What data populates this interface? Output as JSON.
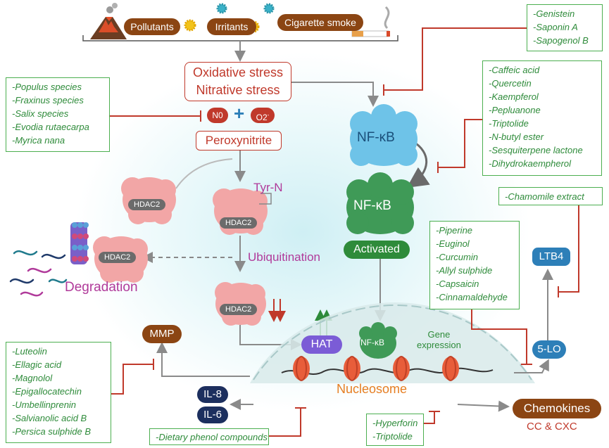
{
  "sources": {
    "pollutants": "Pollutants",
    "irritants": "Irritants",
    "cigarette": "Cigarette smoke"
  },
  "stress": {
    "oxidative": "Oxidative stress",
    "nitrative": "Nitrative stress"
  },
  "radicals": {
    "no": "N0",
    "o2": "O2",
    "o2_sup": "-",
    "plus": "+"
  },
  "peroxynitrite": "Peroxynitrite",
  "hdac": "HDAC2",
  "tyrn": "Tyr-N",
  "ubiquitination": "Ubiquitination",
  "degradation": "Degradation",
  "nfkb": "NF-κB",
  "activated": "Activated",
  "hat": "HAT",
  "gene_expression": [
    "Gene",
    "expression"
  ],
  "nucleosome": "Nucleosome",
  "mmp": "MMP",
  "il8": "IL-8",
  "il6": "IL-6",
  "lo5": "5-LO",
  "ltb4": "LTB4",
  "chemokines": "Chemokines",
  "cc_cxc": "CC & CXC",
  "down_arrows": "⇊",
  "inhibitors": {
    "genistein": [
      "-Genistein",
      "-Saponin A",
      "-Sapogenol B"
    ],
    "populus": [
      "-Populus species",
      "-Fraxinus species",
      "-Salix species",
      "-Evodia rutaecarpa",
      "-Myrica nana"
    ],
    "caffeic": [
      "-Caffeic acid",
      "-Quercetin",
      "-Kaempferol",
      "-Pepluanone",
      "-Triptolide",
      "-N-butyl ester",
      "-Sesquiterpene lactone",
      "-Dihydrokaempherol"
    ],
    "chamomile": [
      "-Chamomile extract"
    ],
    "piperine": [
      "-Piperine",
      "-Euginol",
      "-Curcumin",
      "-Allyl sulphide",
      "-Capsaicin",
      "-Cinnamaldehyde"
    ],
    "luteolin": [
      "-Luteolin",
      "-Ellagic acid",
      "-Magnolol",
      "-Epigallocatechin",
      "-Umbellinprenin",
      "-Salvianolic acid B",
      "-Persica sulphide B"
    ],
    "dietary": [
      "-Dietary phenol compounds"
    ],
    "hyperforin": [
      "-Hyperforin",
      "-Triptolide"
    ]
  },
  "colors": {
    "red": "#c0392b",
    "green": "#2e8b3a",
    "brown": "#8b4513",
    "blue": "#2d7fb8",
    "darknavy": "#1c2f5e",
    "purple": "#7b5cd6",
    "magenta": "#b03a9a",
    "orange": "#e67e22"
  }
}
